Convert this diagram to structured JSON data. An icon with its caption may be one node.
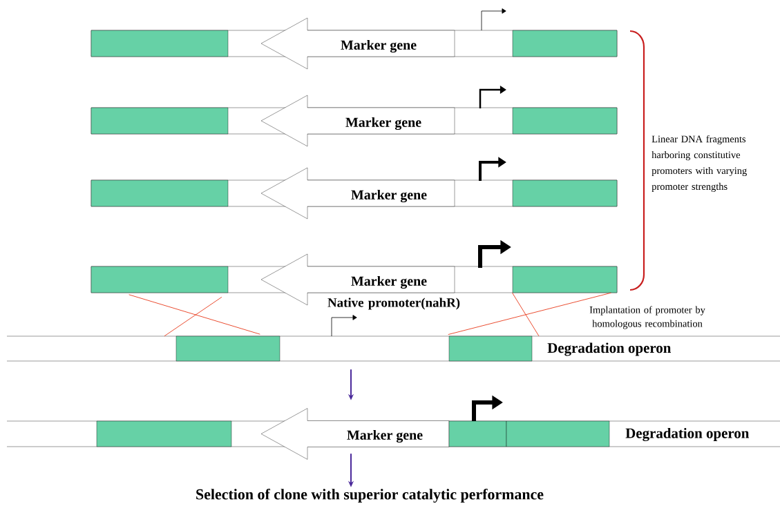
{
  "diagram": {
    "nodes": [
      {
        "text": [],
        "shape": "box"
      },
      {
        "text": [
          "Marker  gene"
        ]
      },
      {
        "text": [],
        "shape": "box"
      },
      {
        "text": [],
        "shape": "box"
      },
      {
        "text": [
          "Marker  gene"
        ]
      },
      {
        "text": [],
        "shape": "box"
      },
      {
        "text": [],
        "shape": "box"
      },
      {
        "text": [
          "Marker  gene"
        ]
      },
      {
        "text": [],
        "shape": "box"
      },
      {
        "text": [],
        "shape": "box"
      },
      {
        "text": [
          "Marker  gene"
        ]
      },
      {
        "text": [],
        "shape": "box"
      },
      {
        "text": [
          "Degradation operon"
        ]
      },
      {
        "text": [],
        "shape": "box",
        "in": 12
      },
      {
        "text": [],
        "shape": "box",
        "in": 12
      },
      {
        "text": [
          "Degradation operon"
        ]
      },
      {
        "text": [],
        "shape": "box",
        "in": 15
      },
      {
        "text": [
          "Marker  gene"
        ]
      },
      {
        "text": [],
        "shape": "box",
        "in": 15
      },
      {
        "text": [],
        "shape": "box",
        "in": 15
      },
      {
        "text": [
          "Selection of clone with superior catalytic performance"
        ]
      }
    ],
    "edges": [
      {
        "from": 9,
        "to": 13,
        "arrow": "none",
        "color": "#e8391a"
      },
      {
        "from": 9,
        "to": 13,
        "arrow": "none",
        "color": "#e8391a"
      },
      {
        "from": 11,
        "to": 14,
        "arrow": "none",
        "color": "#e8391a"
      },
      {
        "from": 11,
        "to": 14,
        "arrow": "none",
        "color": "#e8391a"
      },
      {
        "from": 12,
        "to": 15,
        "arrow": "to",
        "color": "#4b2a9a"
      },
      {
        "from": 15,
        "to": 20,
        "arrow": "to",
        "color": "#4b2a9a"
      }
    ],
    "labels": [
      "Linear DNA fragments harboring constitutive promoters with varying promoter  strengths",
      "Native promoter(nahR)",
      "Implantation of promoter by homologous recombination"
    ]
  }
}
